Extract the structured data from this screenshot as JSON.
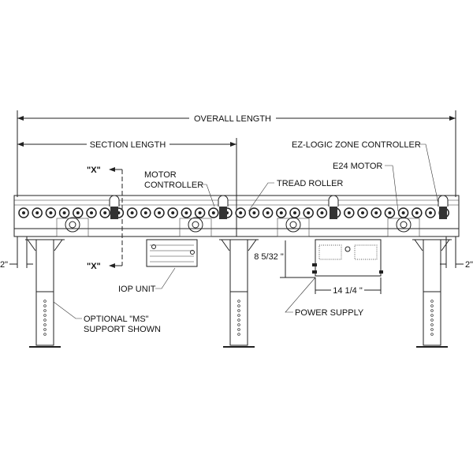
{
  "labels": {
    "overall_length": "OVERALL LENGTH",
    "section_length": "SECTION LENGTH",
    "section_marker_top": "\"X\"",
    "section_marker_bottom": "\"X\"",
    "motor_controller_line1": "MOTOR",
    "motor_controller_line2": "CONTROLLER",
    "tread_roller": "TREAD ROLLER",
    "ez_logic": "EZ-LOGIC ZONE CONTROLLER",
    "e24_motor": "E24 MOTOR",
    "iop_unit": "IOP UNIT",
    "optional_ms_line1": "OPTIONAL \"MS\"",
    "optional_ms_line2": "SUPPORT SHOWN",
    "power_supply": "POWER SUPPLY"
  },
  "dimensions": {
    "power_supply_height": "8 5/32 \"",
    "power_supply_width": "14 1/4 \"",
    "left_offset": "2\"",
    "right_offset": "2\""
  }
}
